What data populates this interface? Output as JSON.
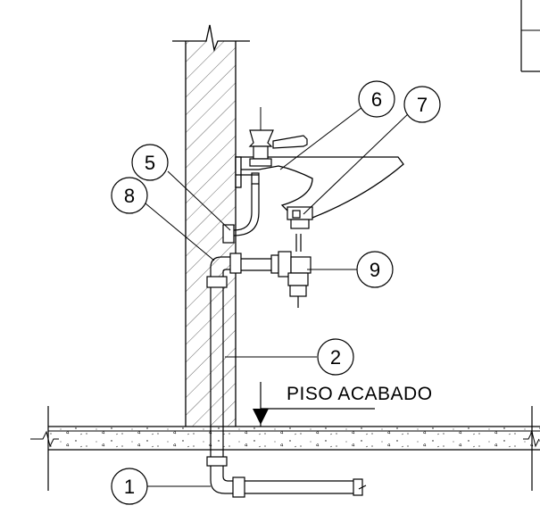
{
  "floor_label": "PISO  ACABADO",
  "callouts": [
    "1",
    "2",
    "5",
    "6",
    "7",
    "8",
    "9"
  ],
  "colors": {
    "line": "#000000",
    "background": "#ffffff"
  }
}
